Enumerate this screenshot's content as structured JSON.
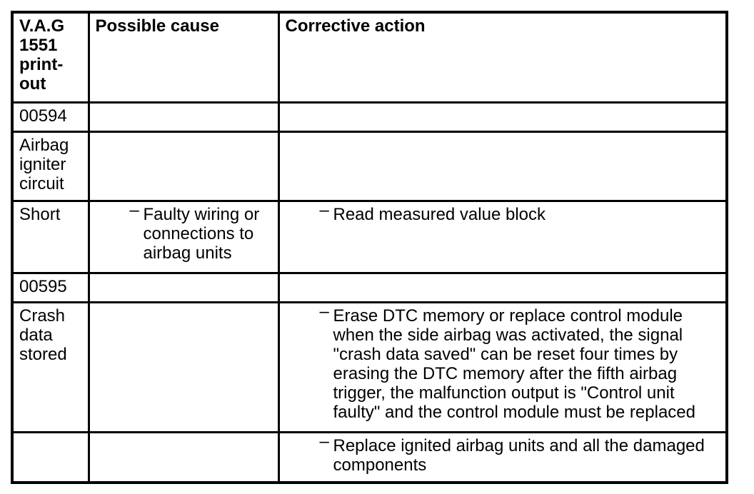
{
  "table": {
    "headers": {
      "col1": "V.A.G 1551 print-out",
      "col2": "Possible cause",
      "col3": "Corrective action"
    },
    "bullet": "–",
    "rows": [
      {
        "printout": "00594",
        "cause": "",
        "action": ""
      },
      {
        "printout": "Airbag igniter circuit",
        "cause": "",
        "action": ""
      },
      {
        "printout": "Short",
        "cause": "Faulty wiring or connections to airbag units",
        "action": "Read measured value block"
      },
      {
        "printout": "00595",
        "cause": "",
        "action": ""
      },
      {
        "printout": "Crash data stored",
        "cause": "",
        "action": "Erase DTC memory or replace control module when the side airbag was activated, the signal \"crash data saved\" can be reset four times by erasing the DTC memory after the fifth airbag trigger, the malfunction output is \"Control unit faulty\" and the control module must be replaced"
      },
      {
        "printout": "",
        "cause": "",
        "action": "Replace ignited airbag units and all the damaged components"
      }
    ]
  }
}
